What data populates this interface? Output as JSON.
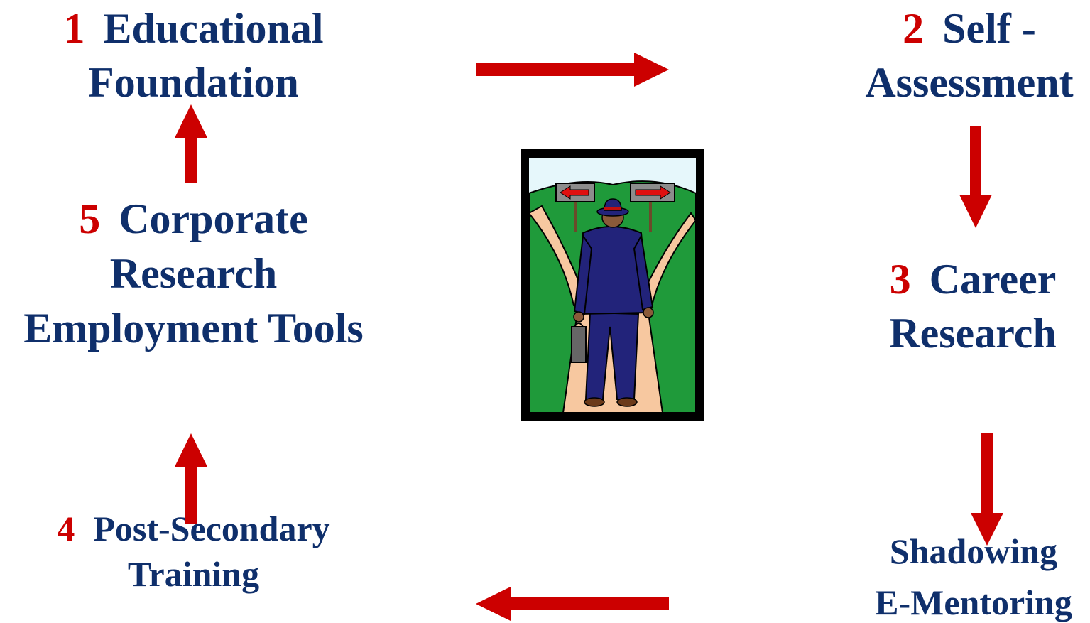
{
  "steps": {
    "step1": {
      "number": "1",
      "lines": [
        "Educational",
        "Foundation"
      ]
    },
    "step2": {
      "number": "2",
      "lines": [
        "Self -",
        "Assessment"
      ]
    },
    "step3": {
      "number": "3",
      "lines": [
        "Career",
        "Research"
      ]
    },
    "step_shadow": {
      "lines": [
        "Shadowing",
        "E-Mentoring"
      ]
    },
    "step4": {
      "number": "4",
      "lines": [
        "Post-Secondary",
        "Training"
      ]
    },
    "step5": {
      "number": "5",
      "lines": [
        "Corporate",
        "Research",
        "Employment Tools"
      ]
    }
  },
  "colors": {
    "text": "#0f2f6b",
    "number": "#cc0000",
    "arrow": "#cc0000"
  },
  "illustration": {
    "subject": "man-at-crossroads-icon",
    "signs": [
      "arrow-left-sign",
      "arrow-right-sign"
    ]
  }
}
